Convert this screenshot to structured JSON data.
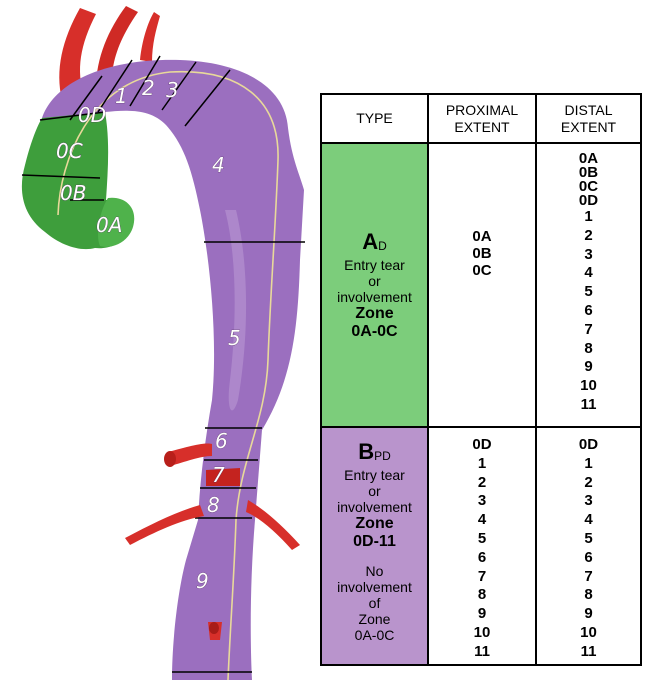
{
  "colors": {
    "green_zone": "#3e9e3c",
    "purple_zone": "#9b6fbf",
    "red_branch": "#d72f2a",
    "table_green": "#7ccd7b",
    "table_purple": "#b994cc"
  },
  "diagram": {
    "zone_labels": [
      "0A",
      "0B",
      "0C",
      "0D",
      "1",
      "2",
      "3",
      "4",
      "5",
      "6",
      "7",
      "8",
      "9"
    ]
  },
  "table": {
    "headers": [
      "TYPE",
      "PROXIMAL\nEXTENT",
      "DISTAL\nEXTENT"
    ],
    "row_a": {
      "type_letter": "A",
      "type_sub": "D",
      "desc": [
        "Entry tear",
        "or",
        "involvement"
      ],
      "zone_title": "Zone",
      "zone_range": "0A-0C",
      "proximal": [
        "0A",
        "0B",
        "0C"
      ],
      "distal": [
        "0A",
        "0B",
        "0C",
        "0D",
        "1",
        "2",
        "3",
        "4",
        "5",
        "6",
        "7",
        "8",
        "9",
        "10",
        "11"
      ]
    },
    "row_b": {
      "type_letter": "B",
      "type_sub": "PD",
      "desc": [
        "Entry tear",
        "or",
        "involvement"
      ],
      "zone_title": "Zone",
      "zone_range": "0D-11",
      "note": [
        "No",
        "involvement",
        "of",
        "Zone",
        "0A-0C"
      ],
      "proximal": [
        "0D",
        "1",
        "2",
        "3",
        "4",
        "5",
        "6",
        "7",
        "8",
        "9",
        "10",
        "11"
      ],
      "distal": [
        "0D",
        "1",
        "2",
        "3",
        "4",
        "5",
        "6",
        "7",
        "8",
        "9",
        "10",
        "11"
      ]
    }
  }
}
